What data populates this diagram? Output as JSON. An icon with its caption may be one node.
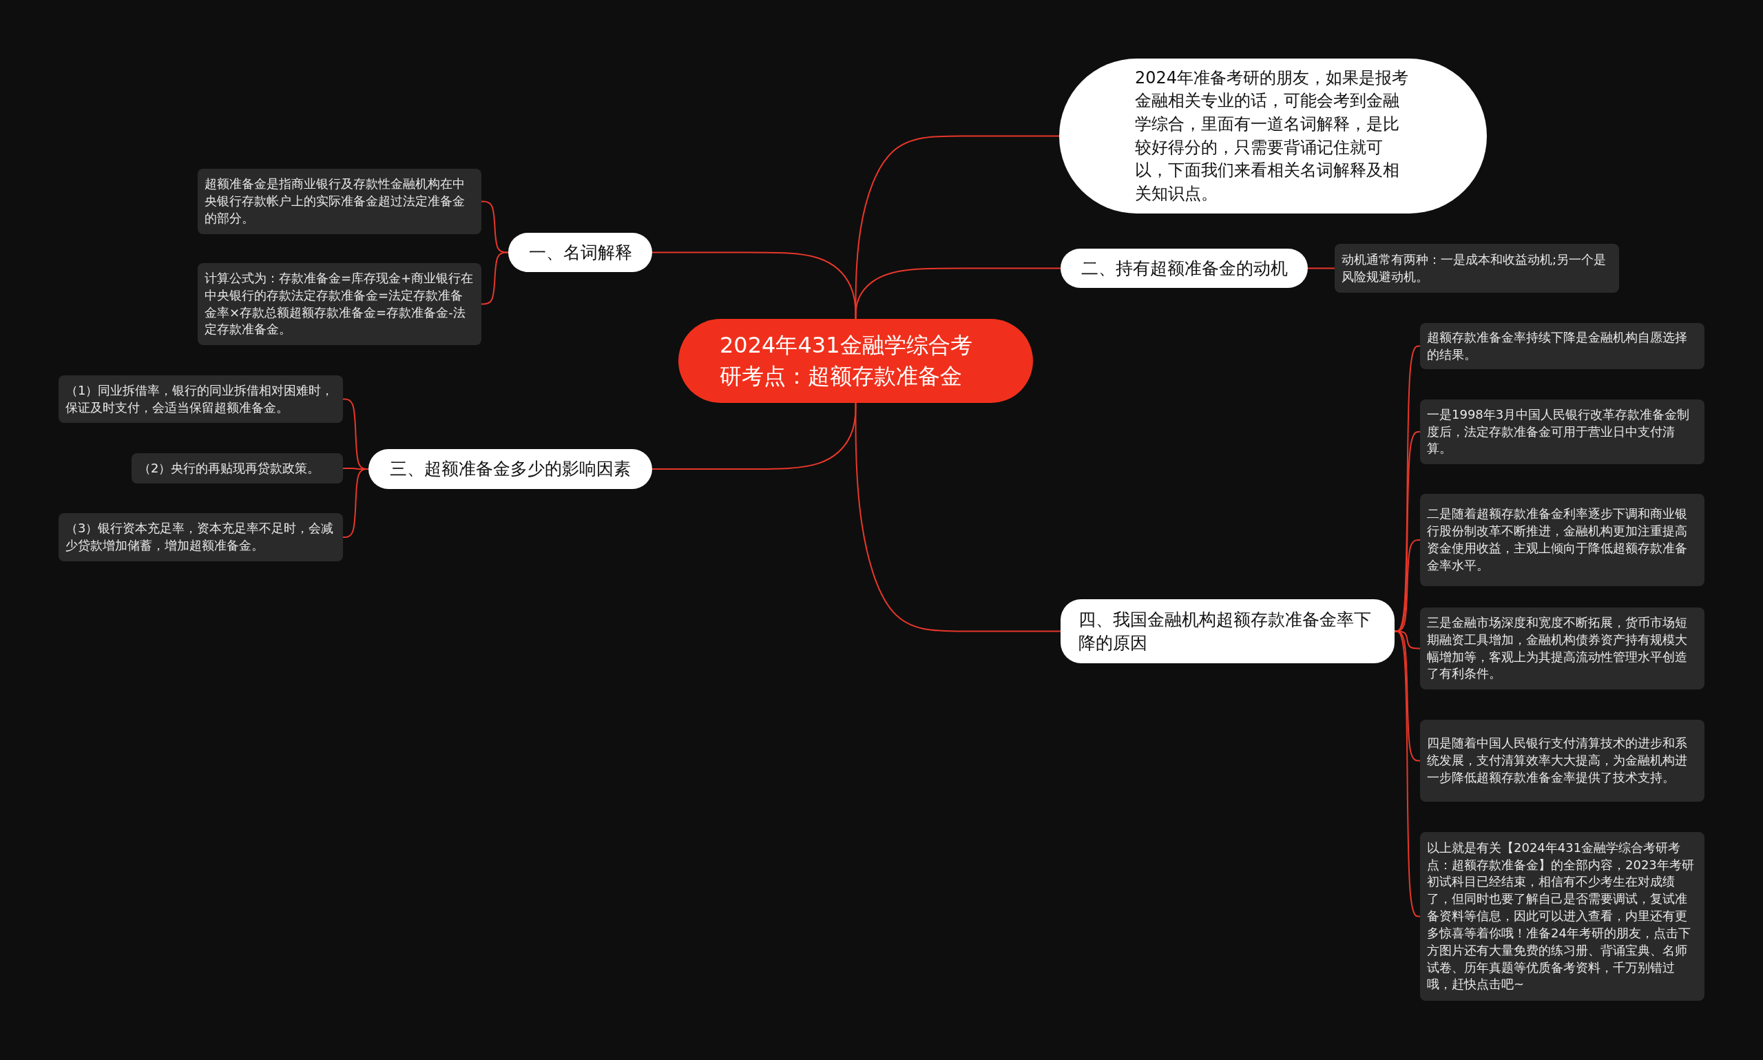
{
  "diagram": {
    "nodes": [
      {
        "text": [
          "2024年431金融学综合考研考点：超额存款准备金"
        ]
      },
      {
        "text": [
          "2024年准备考研的朋友，如果是报考金融相关专业的话，可能会考到金融学综合，里面有一道名词解释，是比较好得分的，只需要背诵记住就可以，下面我们来看相关名词解释及相关知识点。"
        ]
      },
      {
        "text": [
          "一、名词解释"
        ]
      },
      {
        "text": [
          "超额准备金是指商业银行及存款性金融机构在中央银行存款帐户上的实际准备金超过法定准备金的部分。"
        ]
      },
      {
        "text": [
          "计算公式为：存款准备金=库存现金+商业银行在中央银行的存款法定存款准备金=法定存款准备金率×存款总额超额存款准备金=存款准备金-法定存款准备金。"
        ]
      },
      {
        "text": [
          "二、持有超额准备金的动机"
        ]
      },
      {
        "text": [
          "动机通常有两种：一是成本和收益动机;另一个是风险规避动机。"
        ]
      },
      {
        "text": [
          "三、超额准备金多少的影响因素"
        ]
      },
      {
        "text": [
          "（1）同业拆借率，银行的同业拆借相对困难时，保证及时支付，会适当保留超额准备金。"
        ]
      },
      {
        "text": [
          "（2）央行的再贴现再贷款政策。"
        ]
      },
      {
        "text": [
          "（3）银行资本充足率，资本充足率不足时，会减少贷款增加储蓄，增加超额准备金。"
        ]
      },
      {
        "text": [
          "四、我国金融机构超额存款准备金率下降的原因"
        ]
      },
      {
        "text": [
          "超额存款准备金率持续下降是金融机构自愿选择的结果。"
        ]
      },
      {
        "text": [
          "一是1998年3月中国人民银行改革存款准备金制度后，法定存款准备金可用于营业日中支付清算。"
        ]
      },
      {
        "text": [
          "二是随着超额存款准备金利率逐步下调和商业银行股份制改革不断推进，金融机构更加注重提高资金使用收益，主观上倾向于降低超额存款准备金率水平。"
        ]
      },
      {
        "text": [
          "三是金融市场深度和宽度不断拓展，货币市场短期融资工具增加，金融机构债券资产持有规模大幅增加等，客观上为其提高流动性管理水平创造了有利条件。"
        ]
      },
      {
        "text": [
          "四是随着中国人民银行支付清算技术的进步和系统发展，支付清算效率大大提高，为金融机构进一步降低超额存款准备金率提供了技术支持。"
        ]
      },
      {
        "text": [
          "以上就是有关【2024年431金融学综合考研考点：超额存款准备金】的全部内容，2023年考研初试科目已经结束，相信有不少考生在对成绩了，但同时也要了解自己是否需要调试，复试准备资料等信息，因此可以进入查看，内里还有更多惊喜等着你哦！准备24年考研的朋友，点击下方图片还有大量免费的练习册、背诵宝典、名师试卷、历年真题等优质备考资料，千万别错过哦，赶快点击吧~"
        ]
      }
    ],
    "edges": [
      {
        "from": 0,
        "to": 1,
        "arrow": "none"
      },
      {
        "from": 0,
        "to": 2,
        "arrow": "none"
      },
      {
        "from": 2,
        "to": 3,
        "arrow": "none"
      },
      {
        "from": 2,
        "to": 4,
        "arrow": "none"
      },
      {
        "from": 0,
        "to": 5,
        "arrow": "none"
      },
      {
        "from": 5,
        "to": 6,
        "arrow": "none"
      },
      {
        "from": 0,
        "to": 7,
        "arrow": "none"
      },
      {
        "from": 7,
        "to": 8,
        "arrow": "none"
      },
      {
        "from": 7,
        "to": 9,
        "arrow": "none"
      },
      {
        "from": 7,
        "to": 10,
        "arrow": "none"
      },
      {
        "from": 0,
        "to": 11,
        "arrow": "none"
      },
      {
        "from": 11,
        "to": 12,
        "arrow": "none"
      },
      {
        "from": 11,
        "to": 13,
        "arrow": "none"
      },
      {
        "from": 11,
        "to": 14,
        "arrow": "none"
      },
      {
        "from": 11,
        "to": 15,
        "arrow": "none"
      },
      {
        "from": 11,
        "to": 16,
        "arrow": "none"
      },
      {
        "from": 11,
        "to": 17,
        "arrow": "none"
      }
    ]
  }
}
